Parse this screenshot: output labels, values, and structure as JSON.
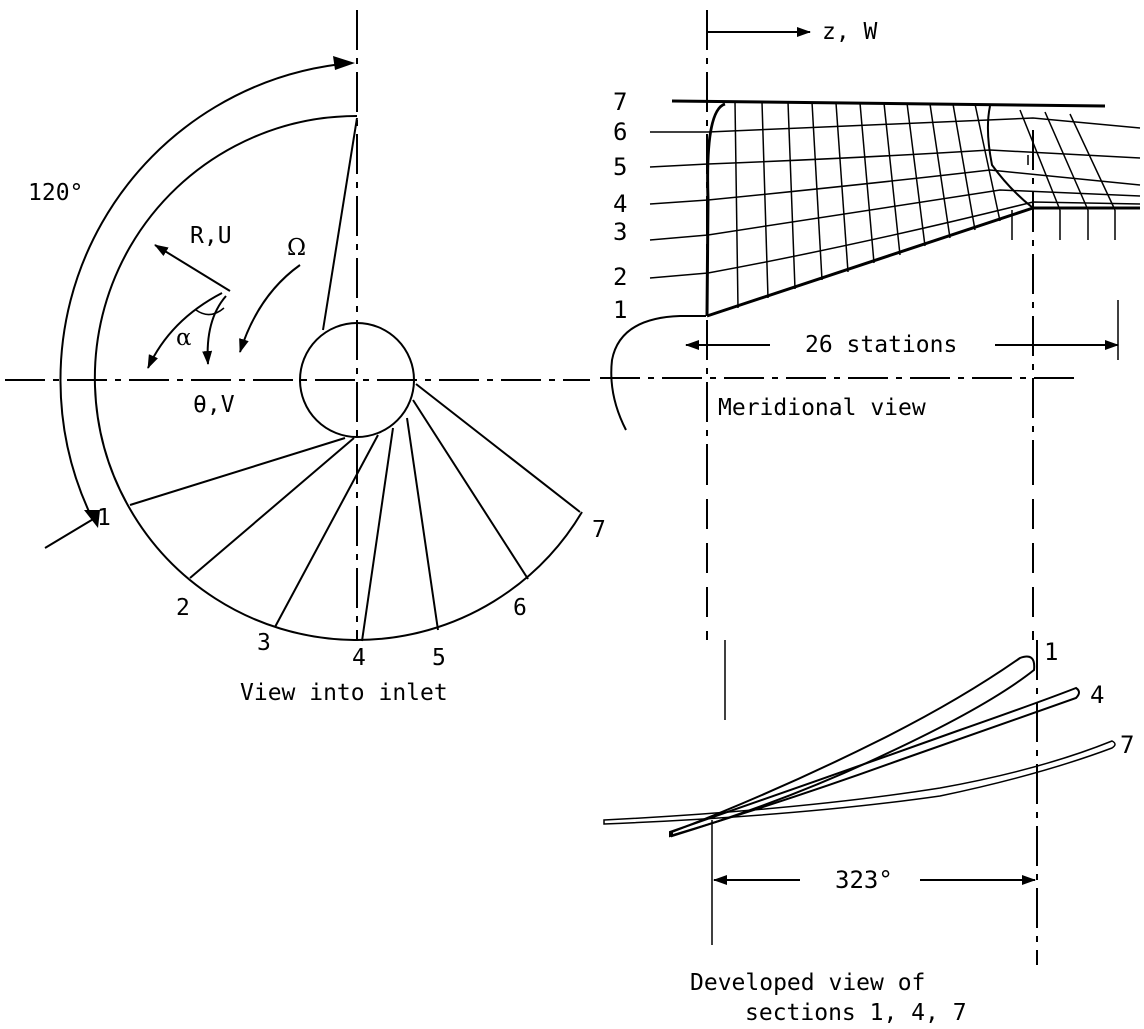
{
  "inlet_view": {
    "angle_label": "120°",
    "radial_label": "R,U",
    "rotation_label": "Ω",
    "alpha_label": "α",
    "theta_label": "θ,V",
    "section_numbers": [
      "1",
      "2",
      "3",
      "4",
      "5",
      "6",
      "7"
    ],
    "caption": "View into inlet"
  },
  "meridional_view": {
    "axis_label": "z, W",
    "station_numbers": [
      "1",
      "2",
      "3",
      "4",
      "5",
      "6",
      "7"
    ],
    "stations_label": "26 stations",
    "caption": "Meridional view"
  },
  "developed_view": {
    "section_labels": [
      "1",
      "4",
      "7"
    ],
    "angle_label": "323°",
    "caption_line1": "Developed view of",
    "caption_line2": "sections 1, 4, 7"
  }
}
